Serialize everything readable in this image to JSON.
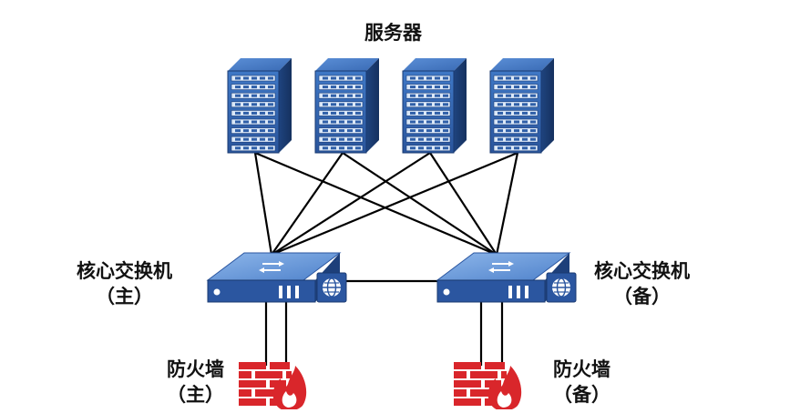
{
  "diagram": {
    "servers_label": "服务器",
    "servers": [
      "server-1",
      "server-2",
      "server-3",
      "server-4"
    ],
    "switches": [
      {
        "name": "核心交换机",
        "role": "（主）"
      },
      {
        "name": "核心交换机",
        "role": "（备）"
      }
    ],
    "firewalls": [
      {
        "name": "防火墙",
        "role": "（主）"
      },
      {
        "name": "防火墙",
        "role": "（备）"
      }
    ],
    "colors": {
      "server_front": "#2f5fa8",
      "server_dark": "#1d3f7a",
      "switch_body": "#2b56a0",
      "switch_top": "#6f9fdc",
      "firewall_red": "#d9262b",
      "link": "#000000"
    },
    "icons": {
      "server": "server-rack-icon",
      "switch": "network-switch-icon",
      "firewall": "firewall-icon",
      "globe": "globe-icon",
      "arrows": "bidirectional-arrows-icon"
    }
  }
}
